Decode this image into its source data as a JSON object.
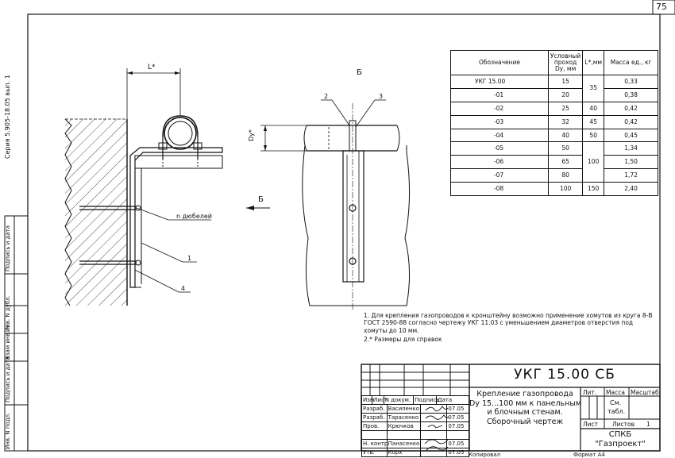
{
  "page_number": "75",
  "series": "Серия 5.905-18.05 вып. 1",
  "side_stamp": [
    "Инв. N подл.",
    "Подпись и дата",
    "Взам инв. N",
    "Инв. N дубл.",
    "Подпись и дата"
  ],
  "drawing": {
    "dim_l": "L*",
    "view_label": "Б",
    "arrow_label": "Б",
    "dim_du": "Dy*",
    "dowel_label": "n дюбелей",
    "callouts": [
      "1",
      "4",
      "2",
      "3"
    ]
  },
  "spec_table": {
    "headers": [
      "Обозначение",
      "Условный проход Dy, мм",
      "L*,мм",
      "Масса ед., кг"
    ],
    "rows": [
      {
        "des": "УКГ 15.00",
        "dy": "15",
        "l": "",
        "mass": "0,33"
      },
      {
        "des": "-01",
        "dy": "20",
        "l": "",
        "mass": "0,38"
      },
      {
        "des": "-02",
        "dy": "25",
        "l": "40",
        "mass": "0,42"
      },
      {
        "des": "-03",
        "dy": "32",
        "l": "45",
        "mass": "0,42"
      },
      {
        "des": "-04",
        "dy": "40",
        "l": "50",
        "mass": "0,45"
      },
      {
        "des": "-05",
        "dy": "50",
        "l": "",
        "mass": "1,34"
      },
      {
        "des": "-06",
        "dy": "65",
        "l": "",
        "mass": "1,50"
      },
      {
        "des": "-07",
        "dy": "80",
        "l": "",
        "mass": "1,72"
      },
      {
        "des": "-08",
        "dy": "100",
        "l": "150",
        "mass": "2,40"
      }
    ],
    "merged_l": [
      {
        "value": "35"
      },
      {
        "value": "100"
      }
    ]
  },
  "notes": [
    "1. Для крепления газопроводов к кронштейну возможно применение хомутов из круга 8-В ГОСТ 2590-88 согласно чертежу УКГ 11.03 с уменьшением диаметров отверстия под хомуты до 10 мм.",
    "2.* Размеры для справок"
  ],
  "title_block": {
    "code": "УКГ 15.00 СБ",
    "title_lines": [
      "Крепление газопровода",
      "Dy 15...100 мм к панельным",
      "и блочным стенам.",
      "Сборочный чертеж"
    ],
    "col_heads": [
      "Изм",
      "Лист",
      "N докум.",
      "Подпись",
      "Дата"
    ],
    "sign_rows": [
      {
        "role": "Разраб.",
        "name": "Василенко",
        "date": "07.05"
      },
      {
        "role": "Разраб.",
        "name": "Тарасенко",
        "date": "07.05"
      },
      {
        "role": "Пров.",
        "name": "Крючков",
        "date": "07.05"
      },
      {
        "role": "",
        "name": "",
        "date": ""
      },
      {
        "role": "Н. контр.",
        "name": "Панасенко",
        "date": "07.05"
      },
      {
        "role": "Утв.",
        "name": "Корх",
        "date": "07.05"
      }
    ],
    "lit": "Лит.",
    "mass": "Масса",
    "scale": "Масштаб",
    "mass_val_1": "См.",
    "mass_val_2": "табл.",
    "sheet": "Лист",
    "sheets": "Листов",
    "sheets_val": "1",
    "org_1": "СПКБ",
    "org_2": "\"Газпроект\""
  },
  "footer": {
    "copied": "Копировал",
    "format": "Формат А4"
  }
}
